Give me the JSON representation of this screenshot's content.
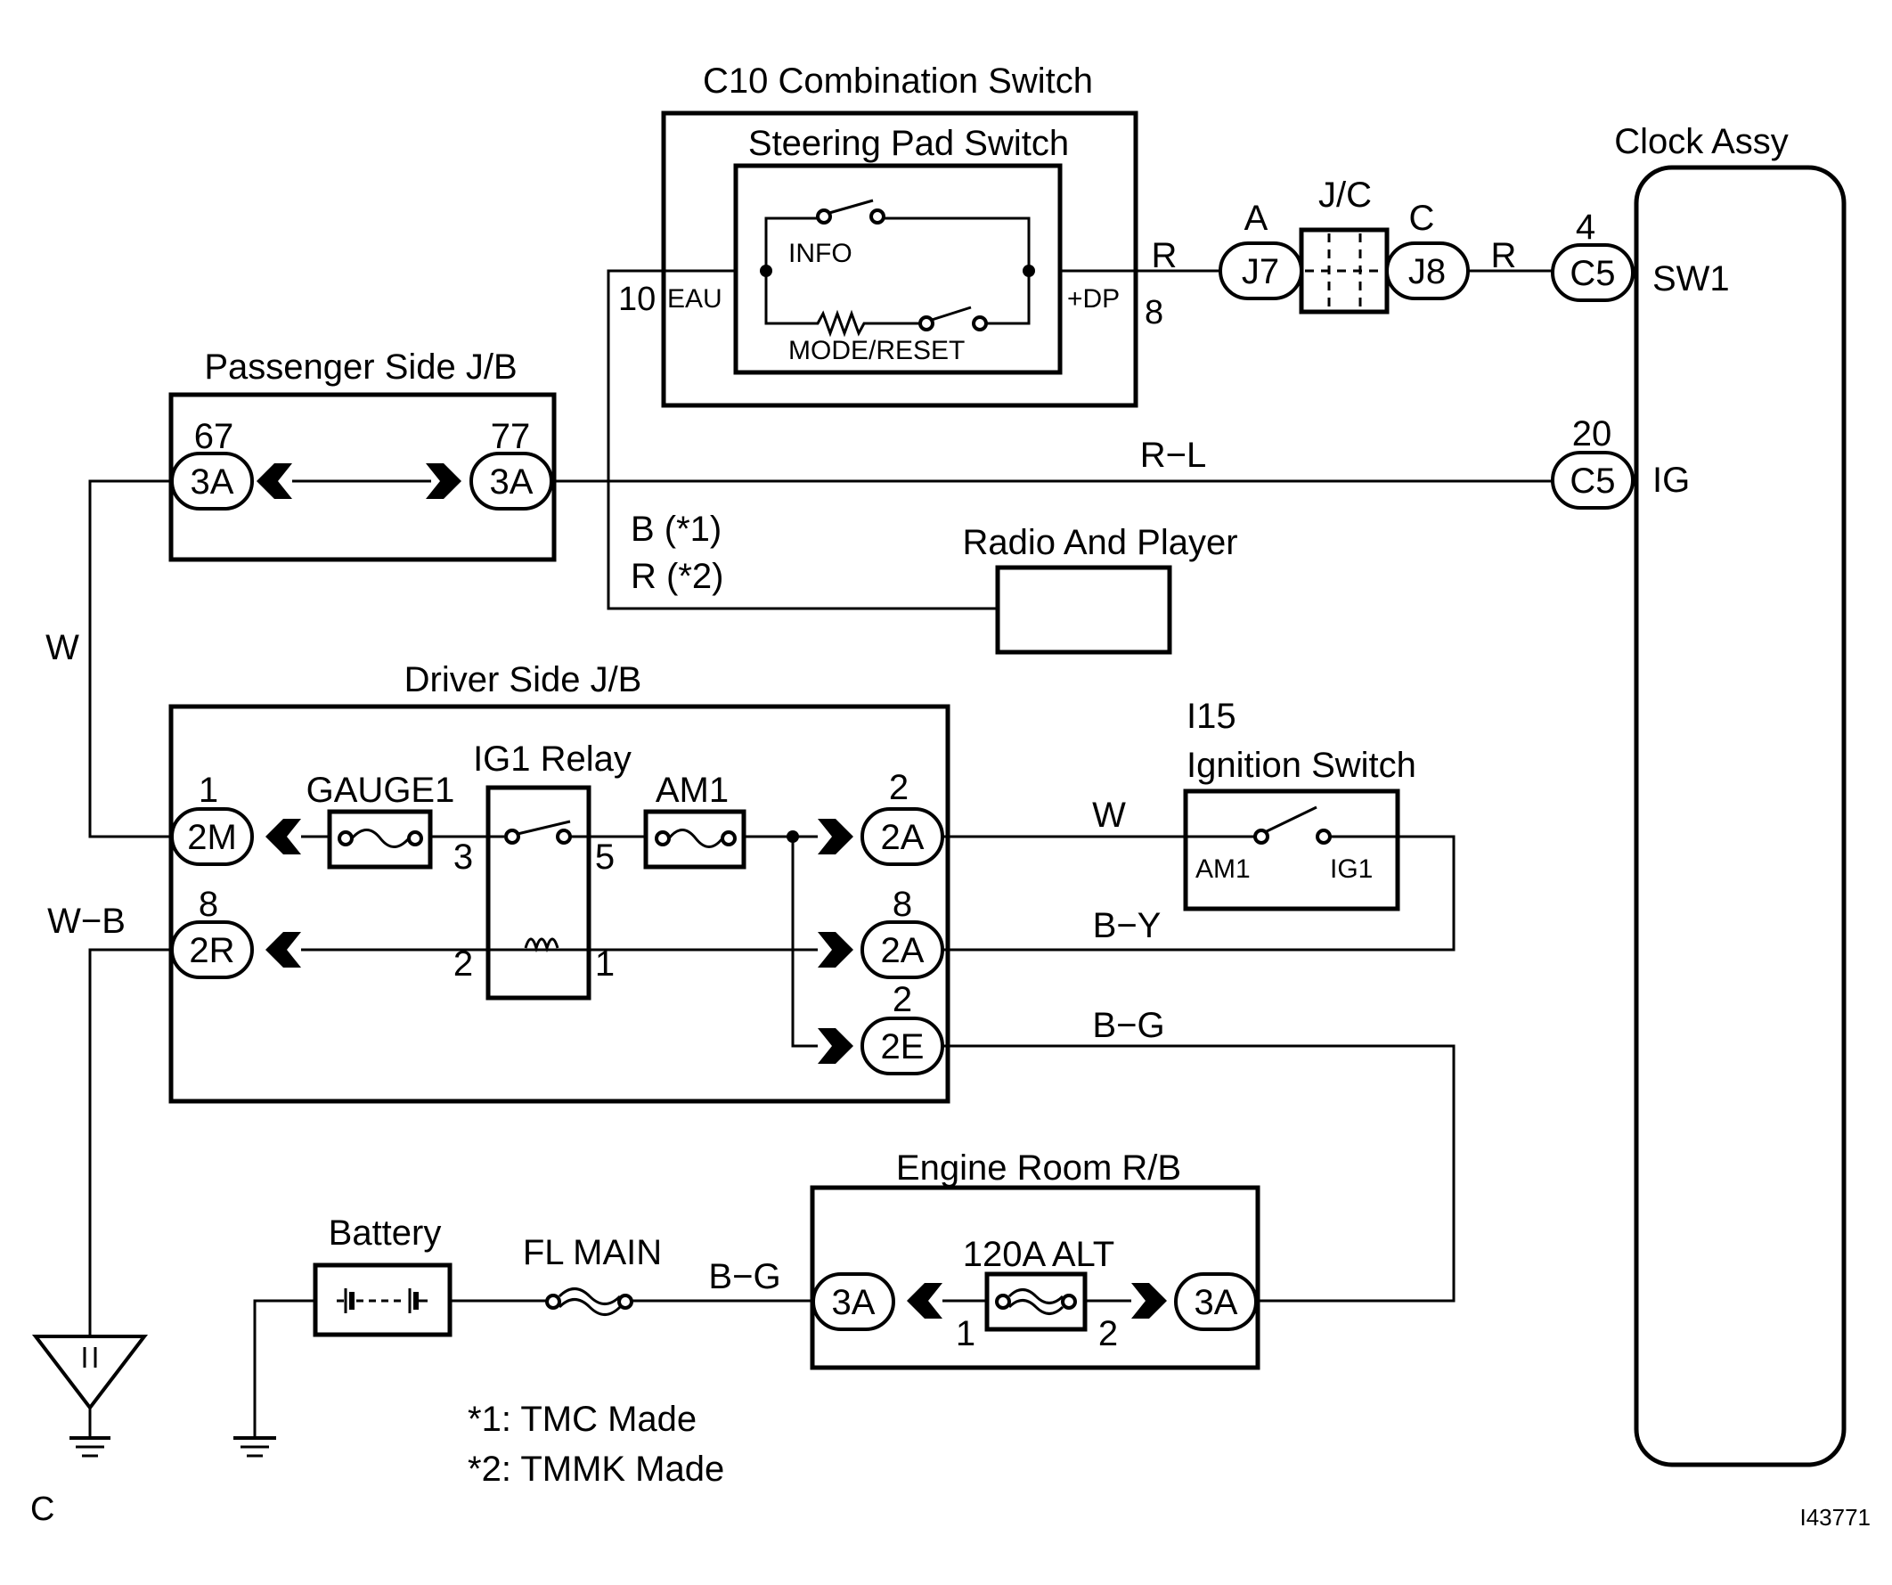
{
  "components": {
    "combination_switch_title": "C10 Combination Switch",
    "steering_pad_switch_title": "Steering Pad Switch",
    "info_label": "INFO",
    "mode_reset_label": "MODE/RESET",
    "eau_label": "EAU",
    "dp_label": "+DP",
    "pin_eau": "10",
    "pin_dp": "8",
    "clock_title": "Clock Assy",
    "sw1_label": "SW1",
    "ig_label": "IG",
    "jc_title": "J/C",
    "jc_a": "A",
    "jc_c": "C",
    "j7": "J7",
    "j8": "J8",
    "passenger_jb_title": "Passenger Side J/B",
    "radio_title": "Radio And Player",
    "driver_jb_title": "Driver Side J/B",
    "gauge1_label": "GAUGE1",
    "ig1_relay_title": "IG1 Relay",
    "am1_fuse_label": "AM1",
    "ignition_code": "I15",
    "ignition_title": "Ignition Switch",
    "ign_am1": "AM1",
    "ign_ig1": "IG1",
    "engine_rb_title": "Engine Room R/B",
    "alt_fuse_label": "120A ALT",
    "battery_title": "Battery",
    "fl_main_label": "FL MAIN"
  },
  "connectors": {
    "c5": "C5",
    "c5_pin_sw1": "4",
    "c5_pin_ig": "20",
    "pj_3a": "3A",
    "pj_pin_left": "67",
    "pj_pin_right": "77",
    "dj_2m": "2M",
    "dj_2m_pin": "1",
    "dj_2r": "2R",
    "dj_2r_pin": "8",
    "dj_2a": "2A",
    "dj_2a_top_pin": "2",
    "dj_2a_mid_pin": "8",
    "dj_2e": "2E",
    "dj_2e_pin": "2",
    "er_3a": "3A"
  },
  "relay_pins": {
    "p3": "3",
    "p5": "5",
    "p2": "2",
    "p1": "1"
  },
  "alt_pins": {
    "p1": "1",
    "p2": "2"
  },
  "wires": {
    "r": "R",
    "r_l": "R−L",
    "w": "W",
    "w_b": "W−B",
    "b_y": "B−Y",
    "b_g": "B−G",
    "radio_b": "B (*1)",
    "radio_r": "R (*2)"
  },
  "notes": {
    "note1": "*1: TMC Made",
    "note2": "*2: TMMK Made",
    "corner_c": "C",
    "figure_id": "I43771"
  }
}
